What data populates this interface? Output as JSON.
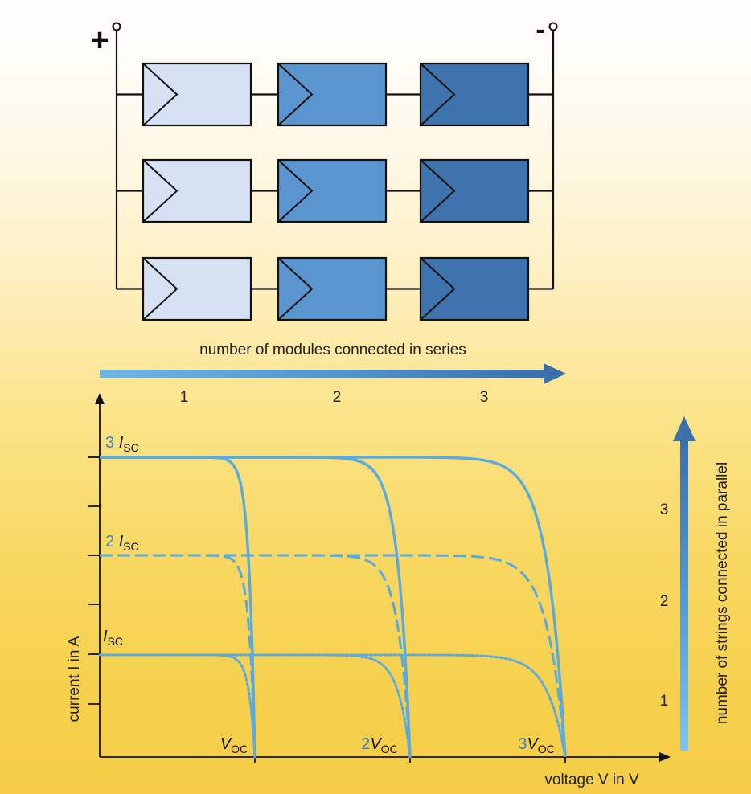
{
  "circuit": {
    "plus_symbol": "+",
    "minus_symbol": "-",
    "module_colors": [
      "#d6e1f3",
      "#5b95cf",
      "#3e73ad"
    ]
  },
  "series_axis": {
    "label": "number of modules connected in series",
    "ticks": [
      "1",
      "2",
      "3"
    ]
  },
  "parallel_axis": {
    "label": "number of strings connected in parallel",
    "ticks": [
      "1",
      "2",
      "3"
    ]
  },
  "plot": {
    "y_axis_label": "current I in A",
    "x_axis_label": "voltage V in V",
    "current_labels": [
      {
        "multiplier": "3",
        "symbol": "I",
        "sub": "SC"
      },
      {
        "multiplier": "2",
        "symbol": "I",
        "sub": "SC"
      },
      {
        "multiplier": "",
        "symbol": "I",
        "sub": "SC"
      }
    ],
    "voltage_labels": [
      {
        "multiplier": "",
        "symbol": "V",
        "sub": "OC"
      },
      {
        "multiplier": "2",
        "symbol": "V",
        "sub": "OC"
      },
      {
        "multiplier": "3",
        "symbol": "V",
        "sub": "OC"
      }
    ],
    "curve_color": "#5aa9df",
    "label_accent_color": "#3a87c4"
  }
}
